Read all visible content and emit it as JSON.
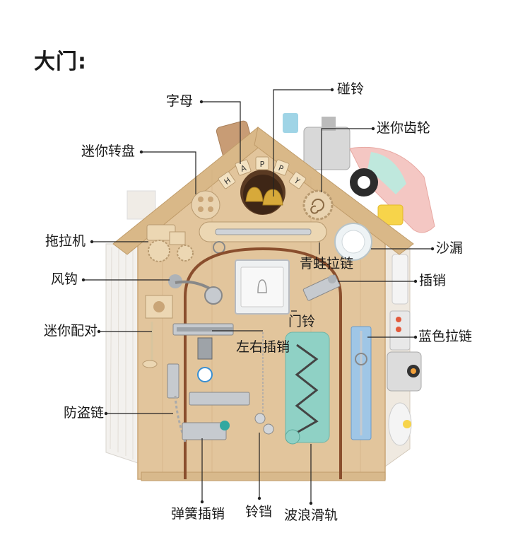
{
  "title": "大门:",
  "labels": {
    "letters": "字母",
    "bells": "碰铃",
    "mini_turntable": "迷你转盘",
    "mini_gears": "迷你齿轮",
    "tractor": "拖拉机",
    "hourglass": "沙漏",
    "frog_zipper": "青蛙拉链",
    "wind_hook": "风钩",
    "latch_bolt": "插销",
    "doorbell": "门铃",
    "mini_match": "迷你配对",
    "blue_zipper": "蓝色拉链",
    "side_bolt": "左右插销",
    "chain_lock": "防盗链",
    "spring_bolt": "弹簧插销",
    "jingle_bell": "铃铛",
    "wave_slider": "波浪滑轨"
  },
  "sign_letters": [
    "H",
    "A",
    "P",
    "P",
    "Y"
  ],
  "colors": {
    "wood": "#e2c59c",
    "wood_dark": "#c9a577",
    "door_arch": "#8a4e2d",
    "mint": "#8fd1c5",
    "steel": "#b8bcc2",
    "gold": "#d7a93a",
    "pink": "#f4c7c3",
    "yellow": "#f7d44a"
  }
}
